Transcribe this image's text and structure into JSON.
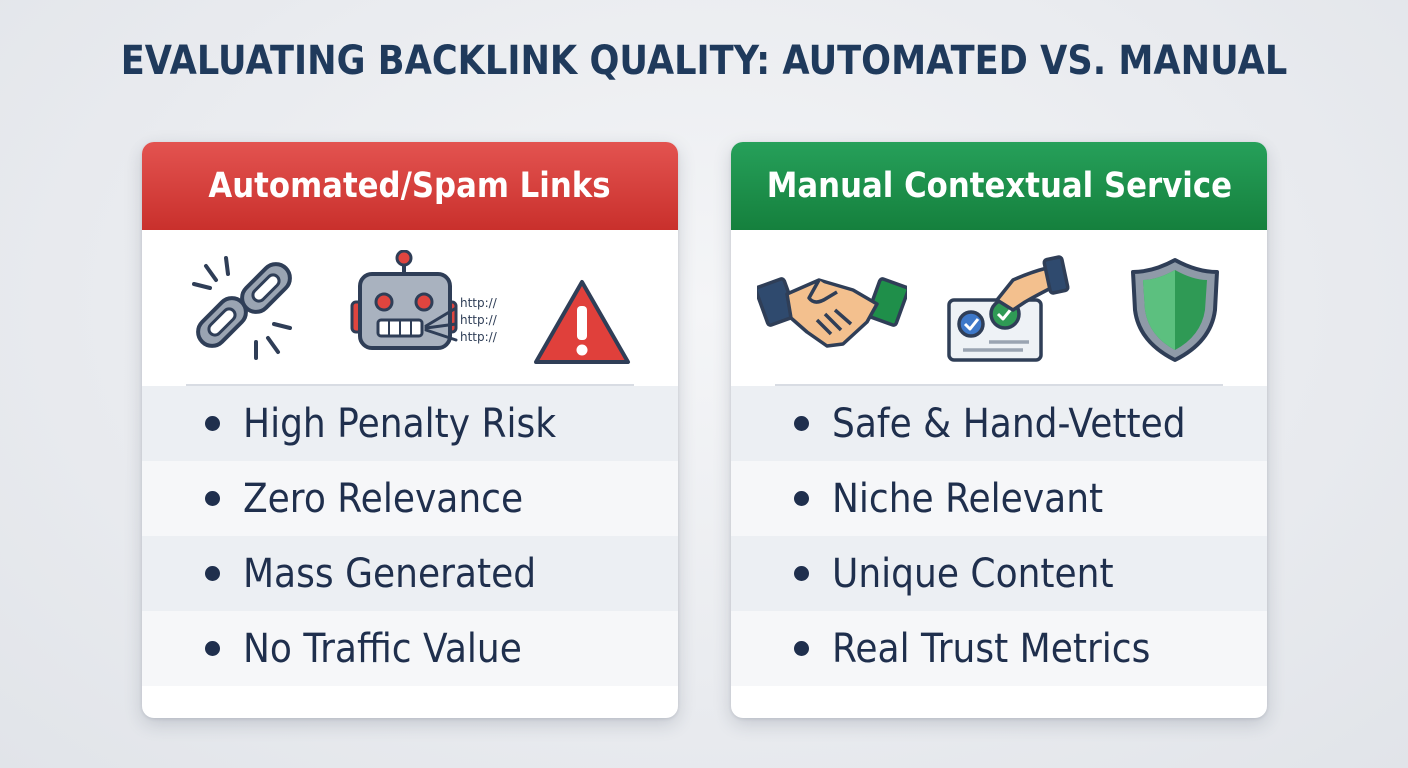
{
  "title": "EVALUATING BACKLINK QUALITY: AUTOMATED VS. MANUAL",
  "colors": {
    "title": "#1f3a5c",
    "spam_header": "#d9413d",
    "manual_header": "#1e8f4a",
    "text": "#1f2f4d"
  },
  "left_card": {
    "header": "Automated/Spam Links",
    "icons": [
      "broken-link-icon",
      "spam-robot-icon",
      "warning-icon"
    ],
    "robot_urls": [
      "http://",
      "http://",
      "http://"
    ],
    "items": [
      {
        "label": "High Penalty Risk"
      },
      {
        "label": "Zero Relevance"
      },
      {
        "label": "Mass Generated"
      },
      {
        "label": "No Traffic Value"
      }
    ]
  },
  "right_card": {
    "header": "Manual Contextual Service",
    "icons": [
      "handshake-icon",
      "verified-approval-icon",
      "shield-icon"
    ],
    "items": [
      {
        "label": "Safe & Hand-Vetted"
      },
      {
        "label": "Niche Relevant"
      },
      {
        "label": "Unique Content"
      },
      {
        "label": "Real Trust Metrics"
      }
    ]
  }
}
